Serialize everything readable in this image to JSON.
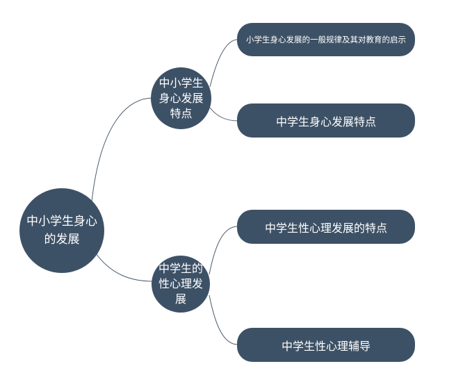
{
  "colors": {
    "node_fill": "#3d5166",
    "text": "#ffffff",
    "connector": "#4a5a6a",
    "background": "#ffffff"
  },
  "mindmap": {
    "root": {
      "label": "中小学生身心的发展"
    },
    "branches": [
      {
        "label": "中小学生身心发展特点",
        "children": [
          {
            "label": "小学生身心发展的一般规律及其对教育的启示"
          },
          {
            "label": "中学生身心发展特点"
          }
        ]
      },
      {
        "label": "中学生的性心理发展",
        "children": [
          {
            "label": "中学生性心理发展的特点"
          },
          {
            "label": "中学生性心理辅导"
          }
        ]
      }
    ]
  }
}
